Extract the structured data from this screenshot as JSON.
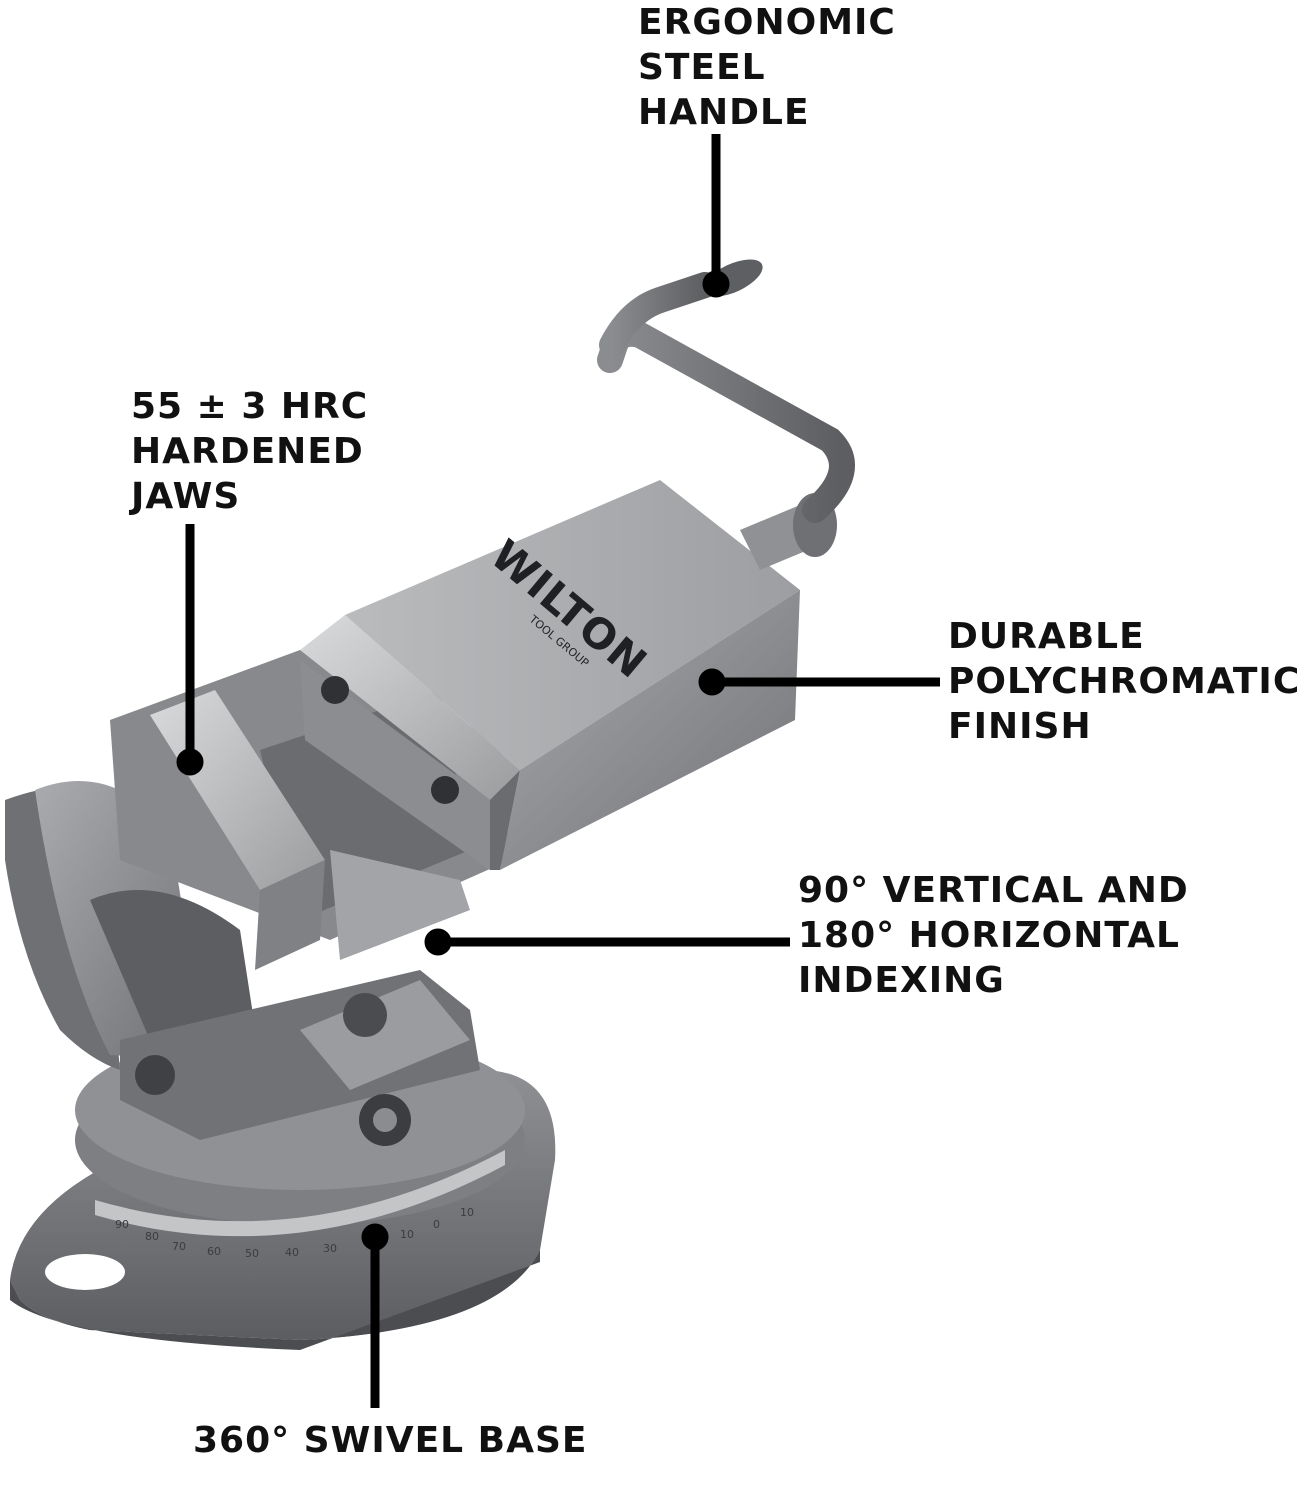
{
  "colors": {
    "text": "#111111",
    "leader": "#000000",
    "background": "#ffffff",
    "metal_dark": "#4d4f52",
    "metal_mid": "#7a7c7f",
    "metal_light": "#b4b6b8",
    "jaw_steel": "#c9cbcd"
  },
  "callouts": {
    "handle": {
      "lines": [
        "ERGONOMIC",
        "STEEL",
        "HANDLE"
      ]
    },
    "jaws": {
      "lines": [
        "55 ± 3 HRC",
        "HARDENED",
        "JAWS"
      ]
    },
    "finish": {
      "lines": [
        "DURABLE",
        "POLYCHROMATIC",
        "FINISH"
      ]
    },
    "indexing": {
      "lines": [
        "90° VERTICAL AND",
        "180° HORIZONTAL",
        "INDEXING"
      ]
    },
    "base": {
      "lines": [
        "360° SWIVEL BASE"
      ]
    }
  },
  "product": {
    "brand": "WILTON",
    "brand_sub": "TOOL GROUP",
    "scale_numbers": [
      "90",
      "80",
      "70",
      "60",
      "50",
      "40",
      "30",
      "10",
      "0",
      "10"
    ]
  }
}
